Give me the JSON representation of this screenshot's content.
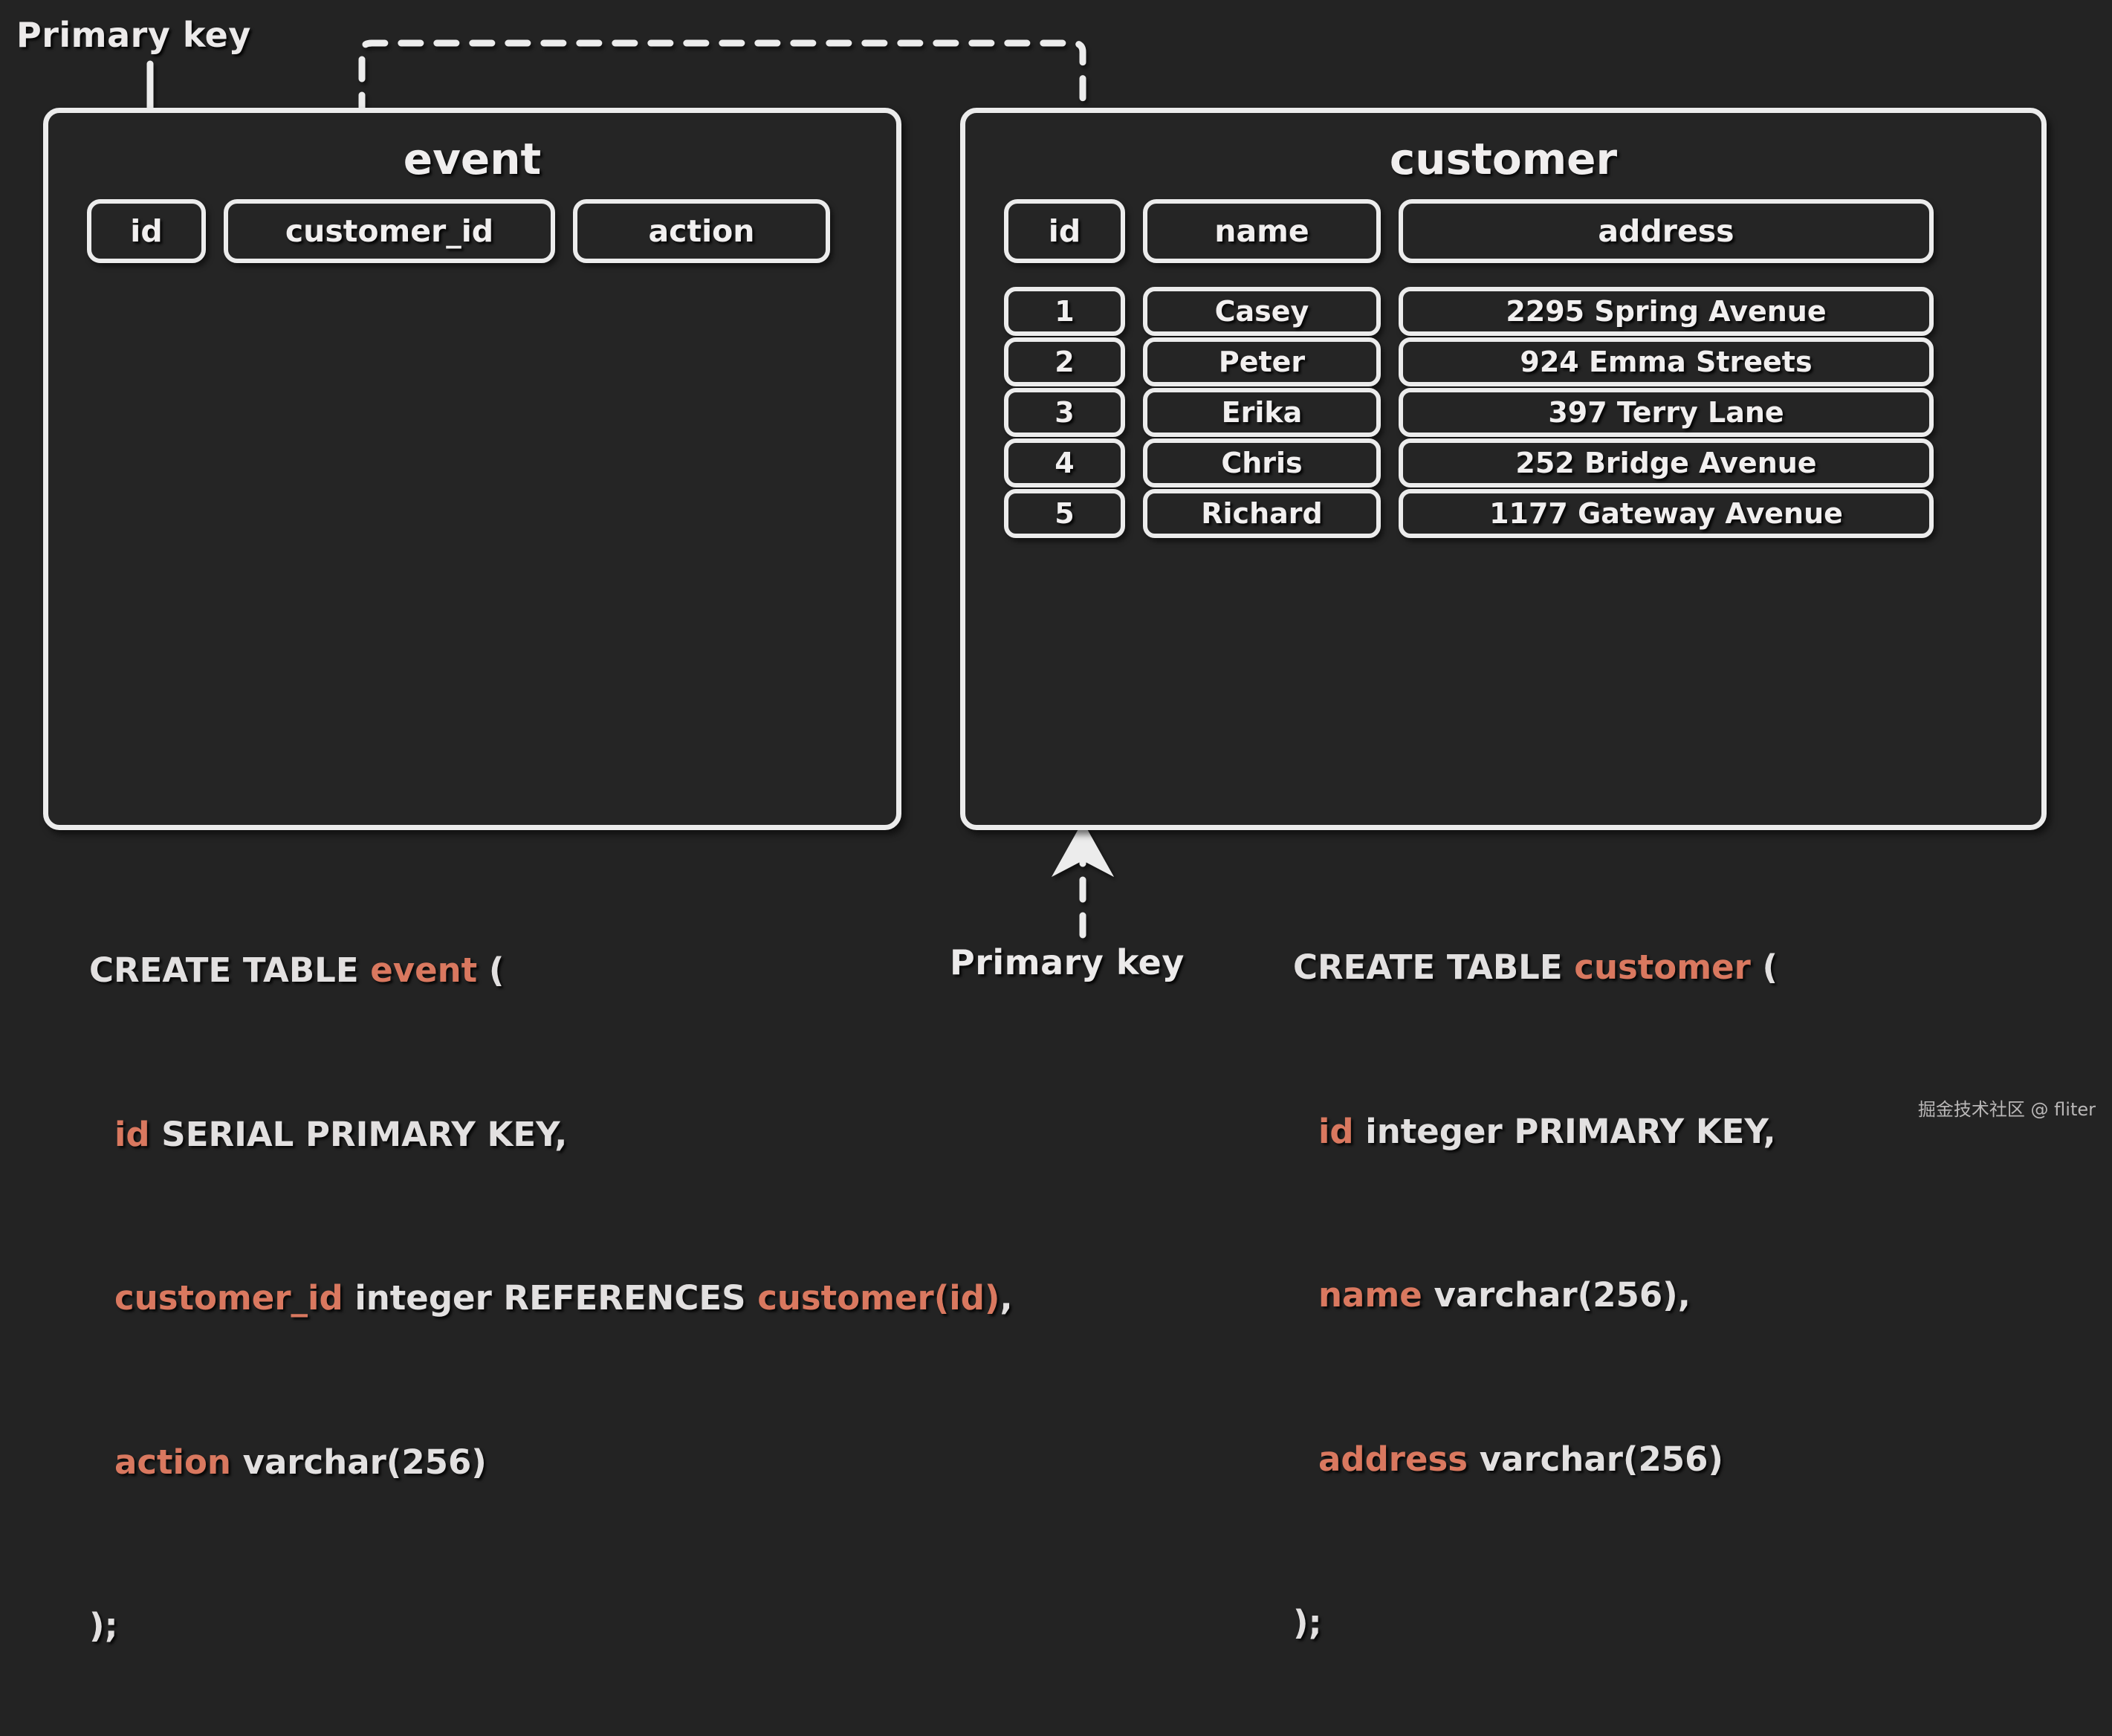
{
  "background_color": "#232323",
  "accent_color": "#d9785f",
  "line_color": "#ececec",
  "annotations": {
    "primary_key_top": "Primary key",
    "primary_key_bottom": "Primary key"
  },
  "tables": {
    "event": {
      "title": "event",
      "columns": [
        "id",
        "customer_id",
        "action"
      ],
      "rows": []
    },
    "customer": {
      "title": "customer",
      "columns": [
        "id",
        "name",
        "address"
      ],
      "rows": [
        {
          "id": "1",
          "name": "Casey",
          "address": "2295 Spring Avenue"
        },
        {
          "id": "2",
          "name": "Peter",
          "address": "924 Emma Streets"
        },
        {
          "id": "3",
          "name": "Erika",
          "address": "397 Terry Lane"
        },
        {
          "id": "4",
          "name": "Chris",
          "address": "252 Bridge Avenue"
        },
        {
          "id": "5",
          "name": "Richard",
          "address": "1177 Gateway Avenue"
        }
      ]
    }
  },
  "sql": {
    "event": {
      "l0_kw": "CREATE TABLE ",
      "l0_name": "event",
      "l0_tail": " (",
      "l1_name": "id",
      "l1_tail": " SERIAL PRIMARY KEY,",
      "l2_name": "customer_id",
      "l2_mid": " integer REFERENCES ",
      "l2_ref": "customer(id)",
      "l2_tail": ",",
      "l3_name": "action",
      "l3_tail": " varchar(256)",
      "l4": ");"
    },
    "customer": {
      "l0_kw": "CREATE TABLE ",
      "l0_name": "customer",
      "l0_tail": " (",
      "l1_name": "id",
      "l1_tail": " integer PRIMARY KEY,",
      "l2_name": "name",
      "l2_tail": " varchar(256),",
      "l3_name": "address",
      "l3_tail": " varchar(256)",
      "l4": ");"
    }
  },
  "watermark": "掘金技术社区 @ fliter"
}
